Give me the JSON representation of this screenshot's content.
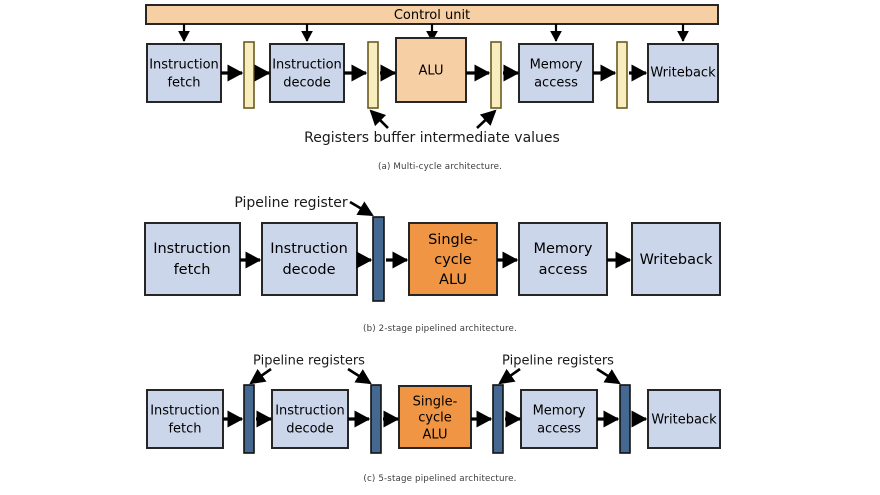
{
  "page": {
    "title": "CPU pipeline architectures",
    "background": "#ffffff"
  },
  "palette": {
    "stage_fill": "#ccd6ea",
    "stage_stroke": "#262626",
    "control_fill": "#f7cfa4",
    "alu_multicycle_fill": "#f7cfa4",
    "alu_pipelined_fill": "#ef9544",
    "register_cream_fill": "#f7edbe",
    "register_cream_stroke": "#6b5a20",
    "register_blue_fill": "#44688f",
    "register_blue_stroke": "#121212",
    "arrow_color": "#000000",
    "text_color": "#000000",
    "caption_color": "#3d3d3d"
  },
  "figures": [
    {
      "id": "multi-cycle",
      "caption": "(a) Multi-cycle architecture.",
      "control_unit": {
        "label": "Control unit",
        "fan_out_count": 5
      },
      "stages": [
        {
          "label_lines": [
            "Instruction",
            "fetch"
          ],
          "kind": "stage"
        },
        {
          "label_lines": [
            "Instruction",
            "decode"
          ],
          "kind": "stage"
        },
        {
          "label_lines": [
            "ALU"
          ],
          "kind": "alu"
        },
        {
          "label_lines": [
            "Memory",
            "access"
          ],
          "kind": "stage"
        },
        {
          "label_lines": [
            "Writeback"
          ],
          "kind": "stage"
        }
      ],
      "registers": {
        "count": 4,
        "style": "cream"
      },
      "annotation": {
        "text": "Registers buffer intermediate values",
        "arrow_count": 2
      }
    },
    {
      "id": "two-stage",
      "caption": "(b) 2-stage pipelined architecture.",
      "stages": [
        {
          "label_lines": [
            "Instruction",
            "fetch"
          ],
          "kind": "stage"
        },
        {
          "label_lines": [
            "Instruction",
            "decode"
          ],
          "kind": "stage"
        },
        {
          "label_lines": [
            "Single-",
            "cycle",
            "ALU"
          ],
          "kind": "alu-orange"
        },
        {
          "label_lines": [
            "Memory",
            "access"
          ],
          "kind": "stage"
        },
        {
          "label_lines": [
            "Writeback"
          ],
          "kind": "stage"
        }
      ],
      "registers": {
        "count": 1,
        "style": "blue"
      },
      "annotation": {
        "text": "Pipeline register",
        "arrow_count": 1
      }
    },
    {
      "id": "five-stage",
      "caption": "(c) 5-stage pipelined architecture.",
      "stages": [
        {
          "label_lines": [
            "Instruction",
            "fetch"
          ],
          "kind": "stage"
        },
        {
          "label_lines": [
            "Instruction",
            "decode"
          ],
          "kind": "stage"
        },
        {
          "label_lines": [
            "Single-",
            "cycle",
            "ALU"
          ],
          "kind": "alu-orange"
        },
        {
          "label_lines": [
            "Memory",
            "access"
          ],
          "kind": "stage"
        },
        {
          "label_lines": [
            "Writeback"
          ],
          "kind": "stage"
        }
      ],
      "registers": {
        "count": 4,
        "style": "blue"
      },
      "annotations": [
        {
          "text": "Pipeline registers",
          "arrow_count": 2
        },
        {
          "text": "Pipeline registers",
          "arrow_count": 2
        }
      ]
    }
  ]
}
